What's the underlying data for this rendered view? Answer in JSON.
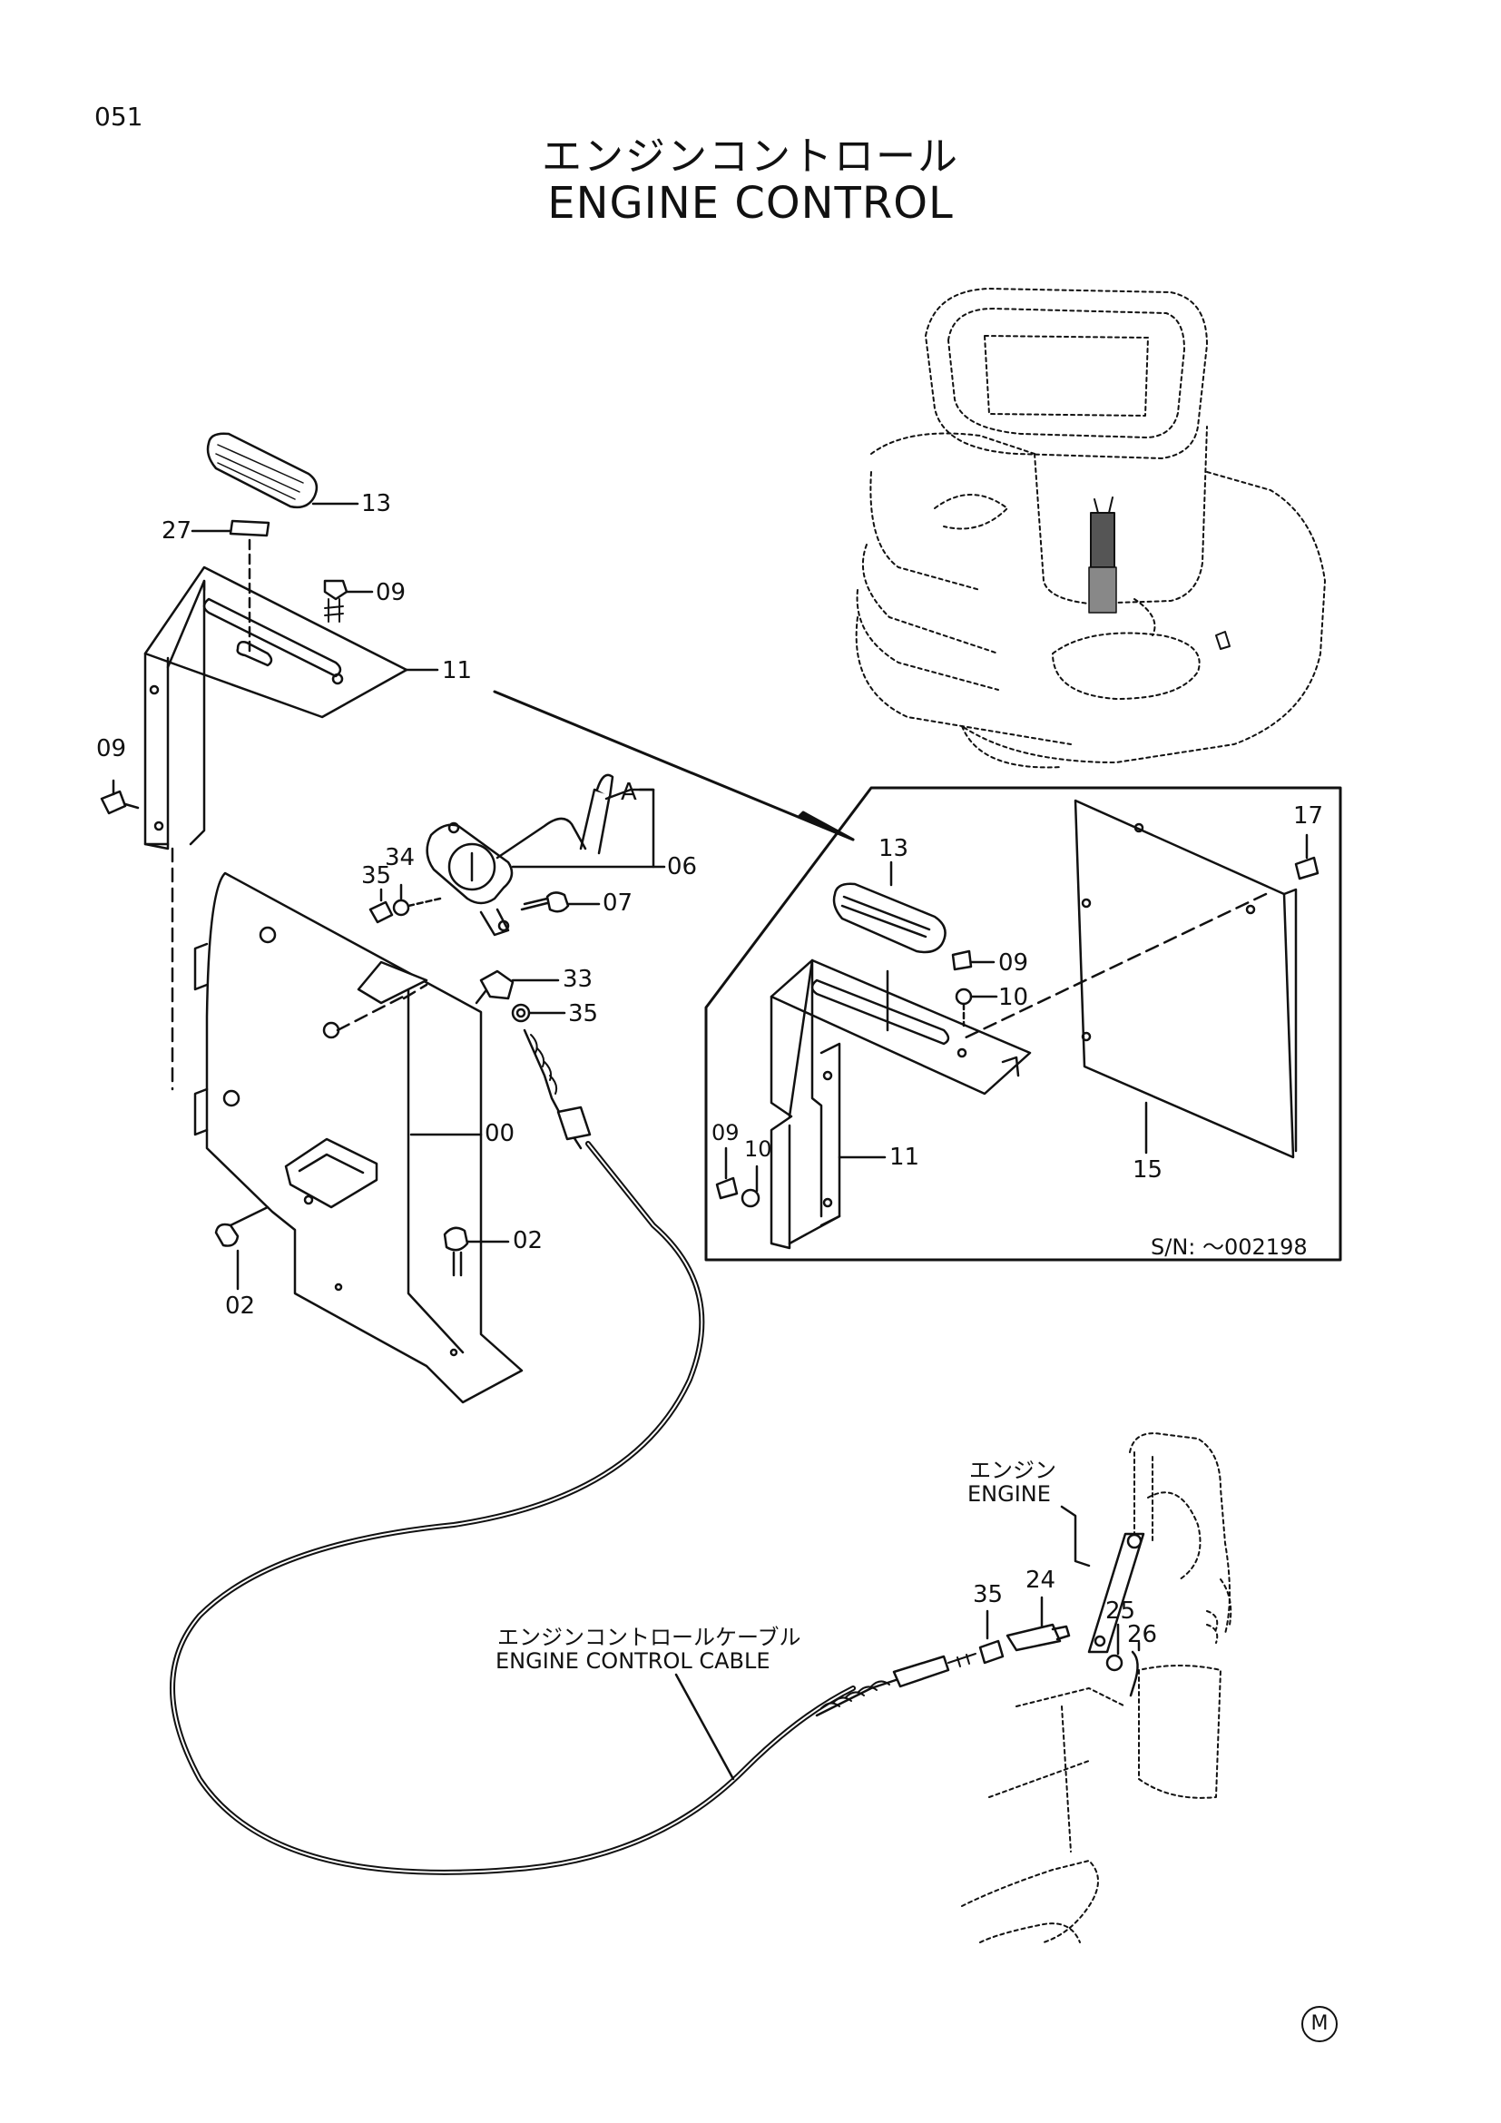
{
  "page": {
    "number": "051"
  },
  "title": {
    "japanese": "エンジンコントロール",
    "english": "ENGINE CONTROL"
  },
  "callouts": {
    "c13": "13",
    "c27": "27",
    "c09a": "09",
    "c11": "11",
    "c09b": "09",
    "cA": "A",
    "c06": "06",
    "c34": "34",
    "c35a": "35",
    "c07": "07",
    "c33": "33",
    "c35b": "35",
    "c00": "00",
    "c02a": "02",
    "c02b": "02"
  },
  "inset": {
    "callouts": {
      "c13": "13",
      "c17": "17",
      "c09a": "09",
      "c10a": "10",
      "c09b": "09",
      "c10b": "10",
      "c11": "11",
      "c15": "15"
    },
    "serial_note": "S/N: ～002198"
  },
  "engine_area": {
    "label_jp": "エンジン",
    "label_en": "ENGINE",
    "callouts": {
      "c35": "35",
      "c24": "24",
      "c25": "25",
      "c26": "26"
    }
  },
  "cable": {
    "label_jp": "エンジンコントロールケーブル",
    "label_en": "ENGINE CONTROL CABLE"
  },
  "footer": {
    "mark": "M"
  }
}
